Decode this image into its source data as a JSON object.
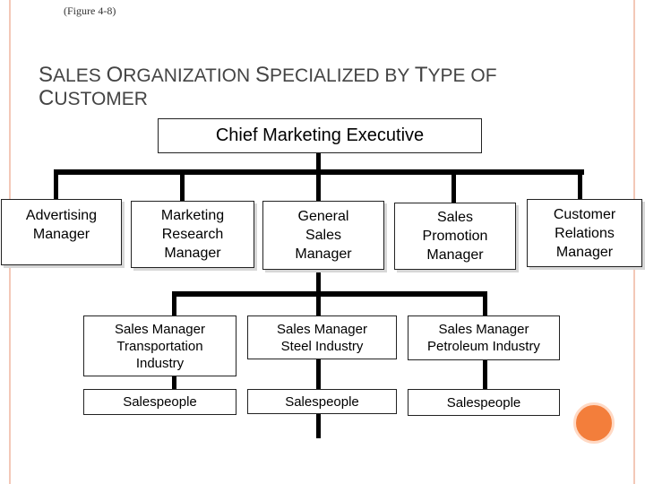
{
  "figure_label": "(Figure 4-8)",
  "title": "Sales Organization Specialized by Type of Customer",
  "org_chart": {
    "root": "Chief Marketing Executive",
    "managers": [
      "Advertising Manager",
      "Marketing Research Manager",
      "General Sales Manager",
      "Sales Promotion Manager",
      "Customer Relations Manager"
    ],
    "sales_managers": [
      "Sales Manager Transportation Industry",
      "Sales Manager Steel Industry",
      "Sales Manager Petroleum Industry"
    ],
    "salespeople": [
      "Salespeople",
      "Salespeople",
      "Salespeople"
    ]
  },
  "colors": {
    "accent_circle": "#f37e3b",
    "frame": "#f3c8b8"
  }
}
